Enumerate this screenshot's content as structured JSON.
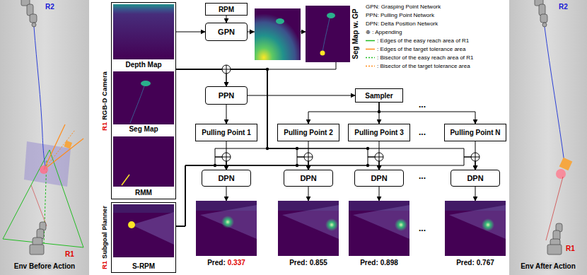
{
  "diagram": {
    "nodes": [
      {
        "text": [
          "Env Before Action"
        ]
      },
      {
        "text": [
          "R1",
          "RGB-D Camera"
        ]
      },
      {
        "text": [
          "Depth Map"
        ],
        "in": 1
      },
      {
        "text": [
          "Seg Map"
        ],
        "in": 1
      },
      {
        "text": [
          "RMM"
        ],
        "in": 1
      },
      {
        "text": [
          "R1",
          "Subgoal Planner"
        ]
      },
      {
        "text": [
          "S-RPM"
        ],
        "in": 5
      },
      {
        "text": [
          "RPM"
        ]
      },
      {
        "text": [
          "GPN"
        ]
      },
      {
        "text": [
          "Seg Map w. GP"
        ]
      },
      {
        "text": [
          "PPN"
        ]
      },
      {
        "text": [
          "Sampler"
        ]
      },
      {
        "text": [
          "Pulling Point 1"
        ]
      },
      {
        "text": [
          "Pulling Point 2"
        ]
      },
      {
        "text": [
          "Pulling Point 3"
        ]
      },
      {
        "text": [
          "Pulling Point N"
        ]
      },
      {
        "text": [
          "DPN"
        ]
      },
      {
        "text": [
          "DPN"
        ]
      },
      {
        "text": [
          "DPN"
        ]
      },
      {
        "text": [
          "DPN"
        ]
      },
      {
        "text": [
          "Pred:",
          "0.337"
        ]
      },
      {
        "text": [
          "Pred:",
          "0.855"
        ]
      },
      {
        "text": [
          "Pred:",
          "0.898"
        ]
      },
      {
        "text": [
          "Pred:",
          "0.767"
        ]
      },
      {
        "text": [
          "Env After Action"
        ]
      }
    ],
    "edges": [
      {
        "from": 7,
        "to": 8,
        "arrow": "to"
      },
      {
        "from": 8,
        "to": 9,
        "arrow": "to"
      },
      {
        "from": 1,
        "to": 8,
        "arrow": "to"
      },
      {
        "from": 1,
        "to": 10,
        "arrow": "to"
      },
      {
        "from": 9,
        "to": 10,
        "arrow": "to"
      },
      {
        "from": 10,
        "to": 11,
        "arrow": "to"
      },
      {
        "from": 10,
        "to": 12,
        "arrow": "to"
      },
      {
        "from": 11,
        "to": 13,
        "arrow": "to"
      },
      {
        "from": 11,
        "to": 14,
        "arrow": "to"
      },
      {
        "from": 11,
        "to": 15,
        "arrow": "to"
      },
      {
        "from": 12,
        "to": 16,
        "arrow": "to"
      },
      {
        "from": 13,
        "to": 17,
        "arrow": "to"
      },
      {
        "from": 14,
        "to": 18,
        "arrow": "to"
      },
      {
        "from": 15,
        "to": 19,
        "arrow": "to"
      },
      {
        "from": 1,
        "to": 16,
        "arrow": "to"
      },
      {
        "from": 1,
        "to": 17,
        "arrow": "to"
      },
      {
        "from": 1,
        "to": 18,
        "arrow": "to"
      },
      {
        "from": 1,
        "to": 19,
        "arrow": "to"
      },
      {
        "from": 5,
        "to": 16,
        "arrow": "to"
      },
      {
        "from": 5,
        "to": 17,
        "arrow": "to"
      },
      {
        "from": 5,
        "to": 18,
        "arrow": "to"
      },
      {
        "from": 5,
        "to": 19,
        "arrow": "to"
      },
      {
        "from": 16,
        "to": 20,
        "arrow": "to"
      },
      {
        "from": 17,
        "to": 21,
        "arrow": "to"
      },
      {
        "from": 18,
        "to": 22,
        "arrow": "to"
      },
      {
        "from": 19,
        "to": 23,
        "arrow": "to"
      }
    ],
    "labels": [
      "R2",
      "R1",
      "R2",
      "R1",
      "...",
      "...",
      "...",
      "..."
    ],
    "legend": [
      {
        "text": "GPN: Grasping Point Network"
      },
      {
        "text": "PPN: Pulling Point Network"
      },
      {
        "text": "DPN: Delta Position Network"
      },
      {
        "text": "⊕ : Appending"
      },
      {
        "text": ": Edges of the easy reach area of R1"
      },
      {
        "text": ": Edges of the target tolerance area"
      },
      {
        "text": ": Bisector of the easy reach area of R1"
      },
      {
        "text": ": Bisector of the target tolerance area"
      }
    ]
  }
}
